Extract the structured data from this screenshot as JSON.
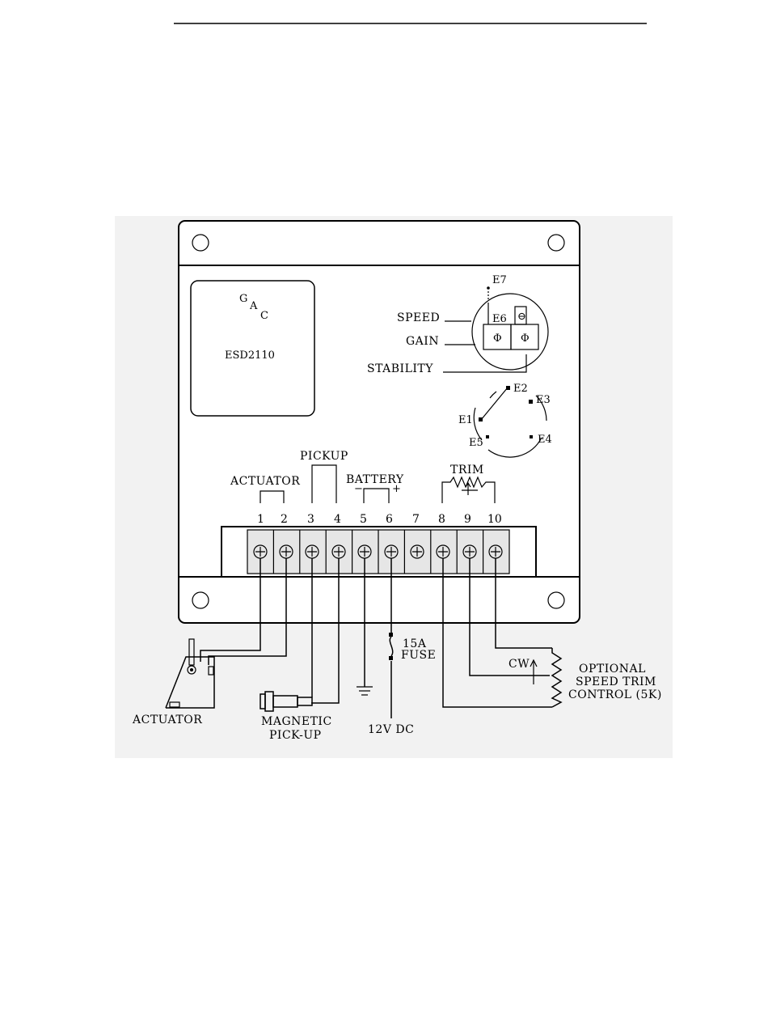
{
  "controller": {
    "brand_letters": [
      "G",
      "A",
      "C"
    ],
    "model": "ESD2110"
  },
  "adjustments": {
    "speed": "SPEED",
    "gain": "GAIN",
    "stability": "STABILITY",
    "jumper_e7": "E7",
    "jumper_e6": "E6",
    "pot_symbol": "Φ"
  },
  "jumper_terminals": [
    "E1",
    "E2",
    "E3",
    "E4",
    "E5"
  ],
  "terminal_groups": {
    "pickup": "PICKUP",
    "actuator": "ACTUATOR",
    "battery": "BATTERY",
    "battery_minus": "−",
    "battery_plus": "+",
    "trim": "TRIM"
  },
  "terminals": [
    "1",
    "2",
    "3",
    "4",
    "5",
    "6",
    "7",
    "8",
    "9",
    "10"
  ],
  "external": {
    "actuator": "ACTUATOR",
    "magnetic_pickup_line1": "MAGNETIC",
    "magnetic_pickup_line2": "PICK-UP",
    "fuse_value": "15A",
    "fuse_label": "FUSE",
    "supply": "12V DC",
    "cw": "CW",
    "trim_control_line1": "OPTIONAL",
    "trim_control_line2": "SPEED TRIM",
    "trim_control_line3": "CONTROL (5K)"
  }
}
